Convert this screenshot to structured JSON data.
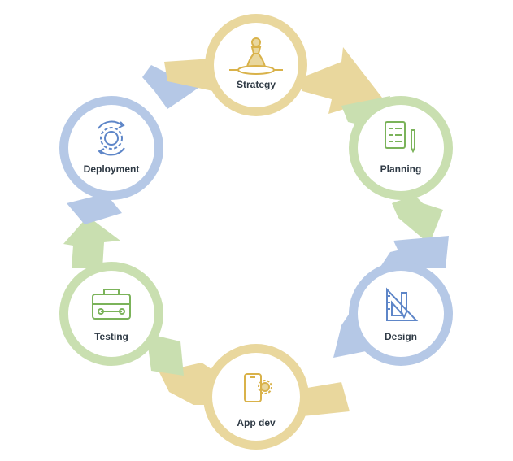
{
  "colors": {
    "yellow": "#e9d79d",
    "green": "#c9dfb0",
    "blue": "#b5c8e6",
    "yellow_icon": "#d9b24a",
    "green_icon": "#7bb35a",
    "blue_icon": "#5e86c8"
  },
  "nodes": [
    {
      "id": "strategy",
      "label": "Strategy",
      "icon": "chess-pawn-icon"
    },
    {
      "id": "planning",
      "label": "Planning",
      "icon": "checklist-pencil-icon"
    },
    {
      "id": "design",
      "label": "Design",
      "icon": "ruler-triangle-icon"
    },
    {
      "id": "app-dev",
      "label": "App dev",
      "icon": "smartphone-gear-icon"
    },
    {
      "id": "testing",
      "label": "Testing",
      "icon": "toolbox-icon"
    },
    {
      "id": "deployment",
      "label": "Deployment",
      "icon": "gear-cycle-icon"
    }
  ]
}
